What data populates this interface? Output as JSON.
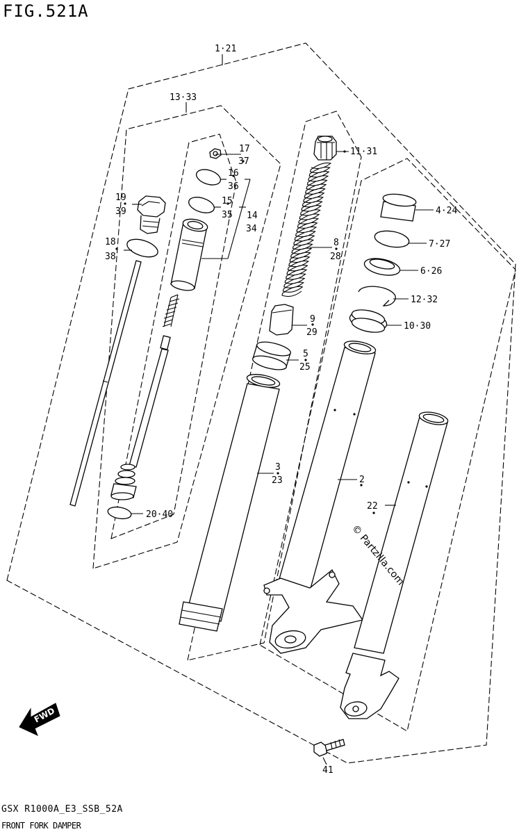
{
  "header": {
    "title": "FIG.521A"
  },
  "footer": {
    "code": "GSX R1000A_E3_SSB_52A",
    "name": "FRONT FORK DAMPER"
  },
  "watermark": "© Partzilla.com",
  "fwd_label": "FWD",
  "labels": {
    "l_1_21": "1·21",
    "l_13_33": "13·33",
    "l_17": "17",
    "l_37": "37",
    "l_16": "16",
    "l_36": "36",
    "l_15": "15",
    "l_35": "35",
    "l_14": "14",
    "l_34": "34",
    "l_19": "19",
    "l_39": "39",
    "l_18": "18",
    "l_38": "38",
    "l_20_40": "20·40",
    "l_11_31": "11·31",
    "l_8": "8",
    "l_28": "28",
    "l_9": "9",
    "l_29": "29",
    "l_5": "5",
    "l_25": "25",
    "l_3": "3",
    "l_23": "23",
    "l_2": "2",
    "l_22": "22",
    "l_4_24": "4·24",
    "l_7_27": "7·27",
    "l_6_26": "6·26",
    "l_12_32": "12·32",
    "l_10_30": "10·30",
    "l_41": "41"
  }
}
